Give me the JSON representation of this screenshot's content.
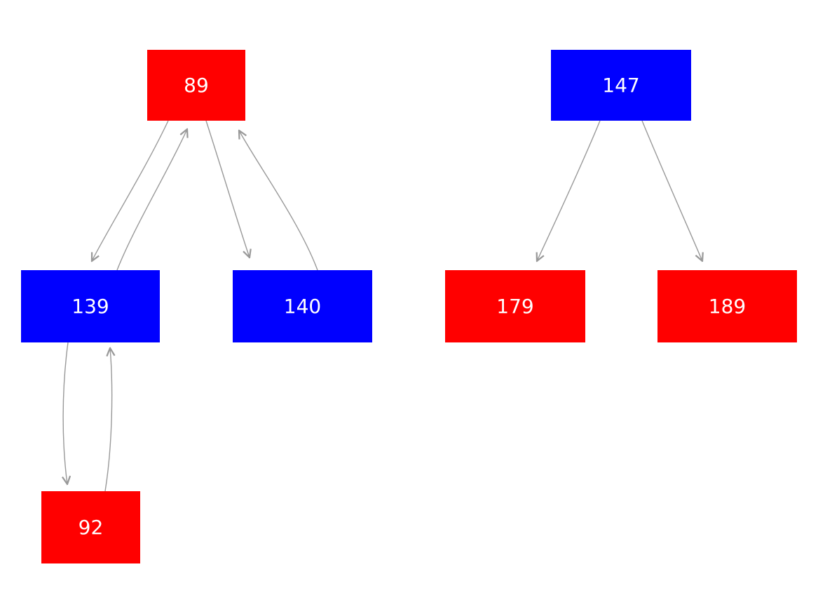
{
  "diagram": {
    "background": "#ffffff",
    "colors": {
      "red": "#ff0000",
      "blue": "#0000ff",
      "edge": "#999999",
      "label_text": "#ffffff"
    },
    "nodes": [
      {
        "label": "89",
        "color": "red"
      },
      {
        "label": "139",
        "color": "blue"
      },
      {
        "label": "140",
        "color": "blue"
      },
      {
        "label": "92",
        "color": "red"
      },
      {
        "label": "147",
        "color": "blue"
      },
      {
        "label": "179",
        "color": "red"
      },
      {
        "label": "189",
        "color": "red"
      }
    ],
    "edges": [
      {
        "from": "89",
        "to": "139"
      },
      {
        "from": "139",
        "to": "89"
      },
      {
        "from": "89",
        "to": "140"
      },
      {
        "from": "140",
        "to": "89"
      },
      {
        "from": "139",
        "to": "92"
      },
      {
        "from": "92",
        "to": "139"
      },
      {
        "from": "147",
        "to": "179"
      },
      {
        "from": "147",
        "to": "189"
      }
    ]
  }
}
